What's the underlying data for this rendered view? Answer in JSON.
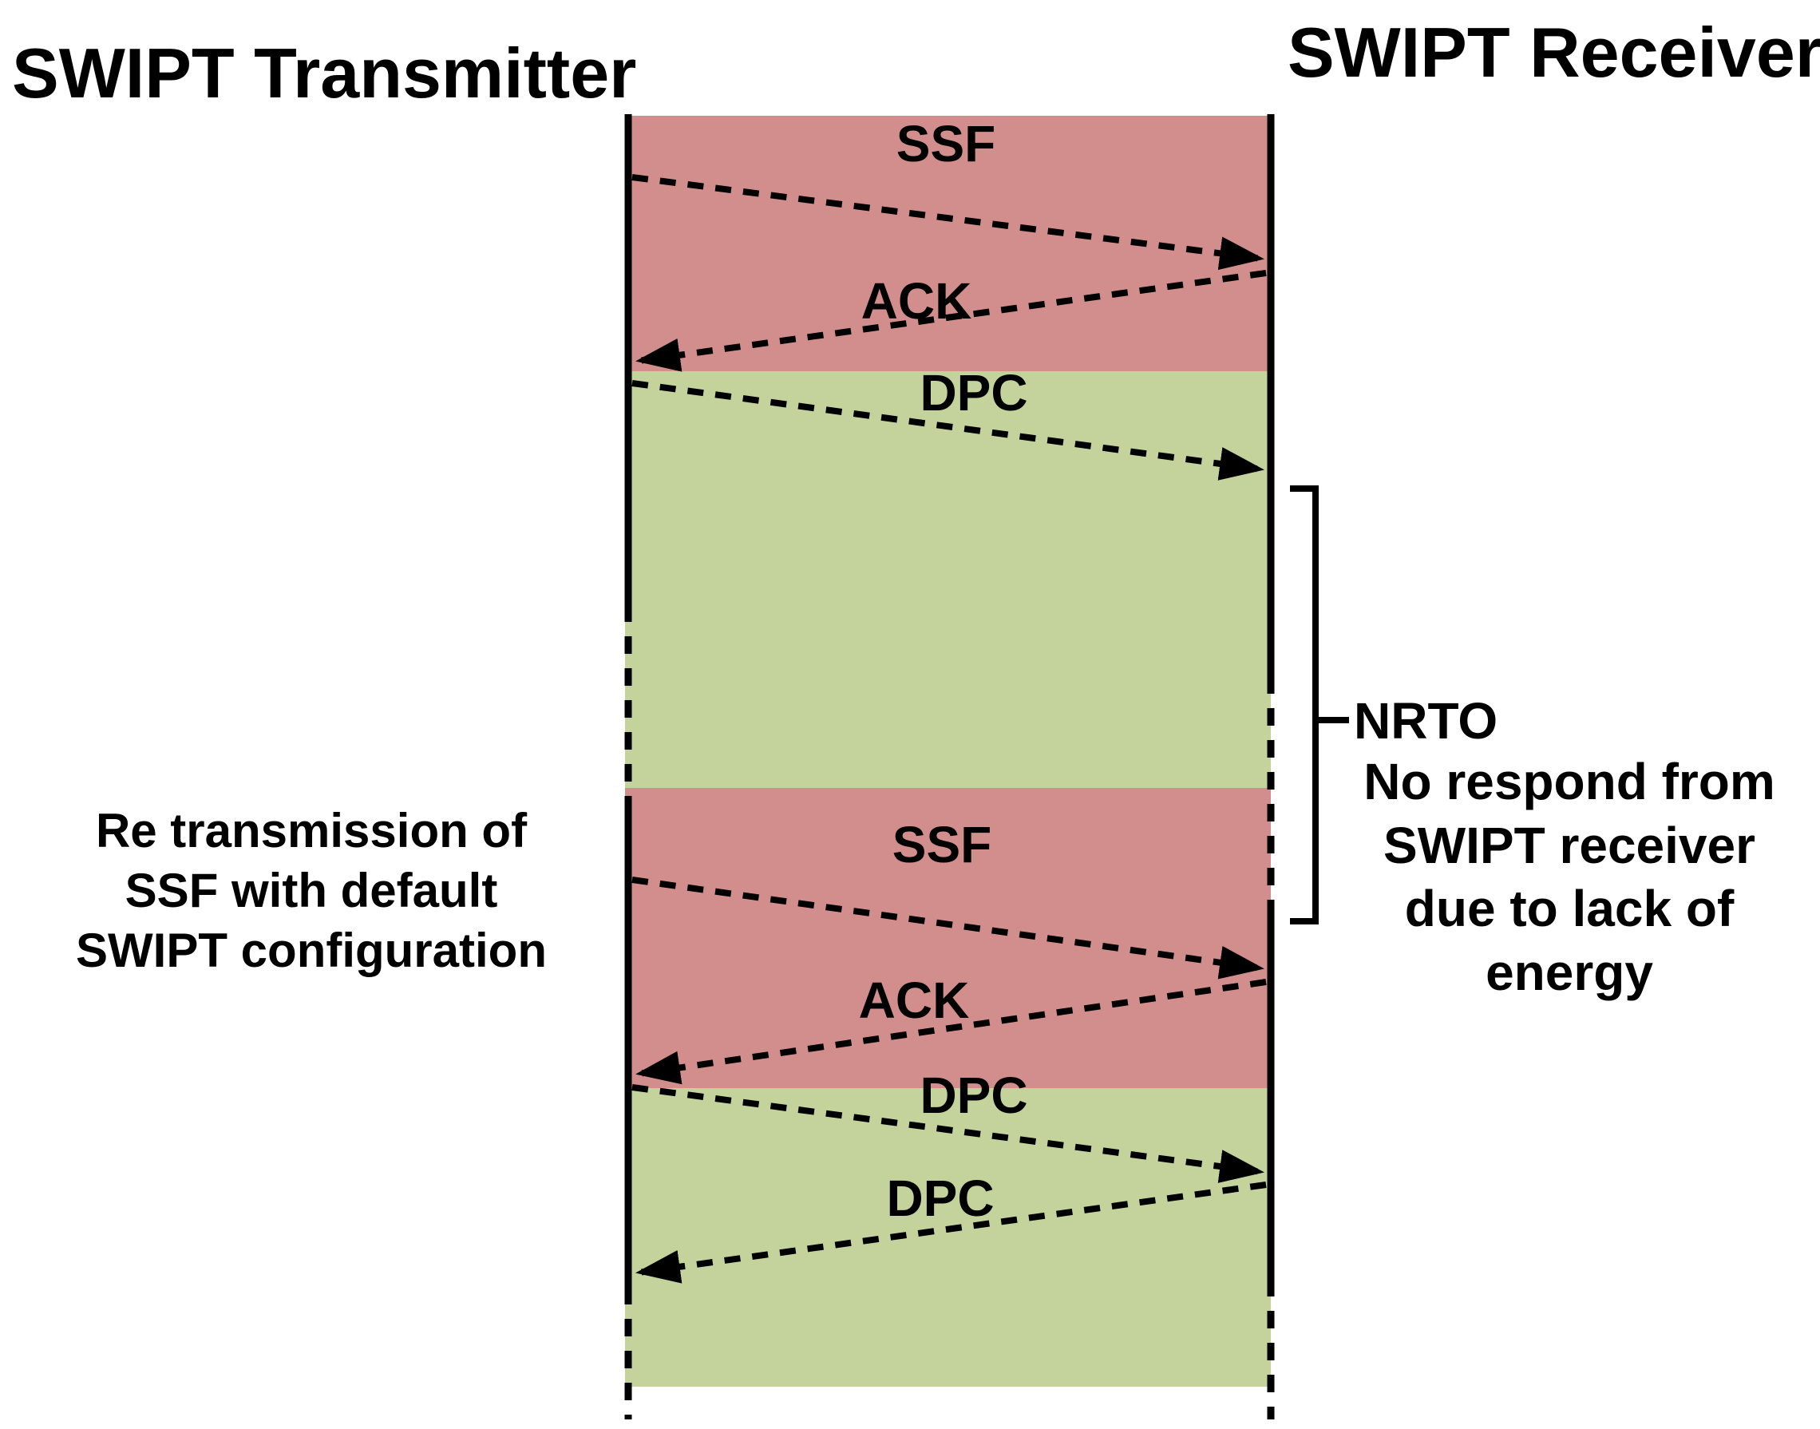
{
  "title_left": "SWIPT Transmitter",
  "title_right": "SWIPT Receiver",
  "colors": {
    "info_band": "#d28e8c",
    "energy_band": "#c4d39c",
    "ink": "#000000"
  },
  "messages": {
    "ssf1": "SSF",
    "ack1": "ACK",
    "dpc1": "DPC",
    "ssf2": "SSF",
    "ack2": "ACK",
    "dpc2": "DPC",
    "dpc3": "DPC"
  },
  "nrto_label": "NRTO",
  "left_note": {
    "line1": "Re transmission of",
    "line2": "SSF with default",
    "line3": "SWIPT configuration"
  },
  "right_note": {
    "line1": "No respond from",
    "line2": "SWIPT receiver",
    "line3": "due to lack of",
    "line4": "energy"
  }
}
